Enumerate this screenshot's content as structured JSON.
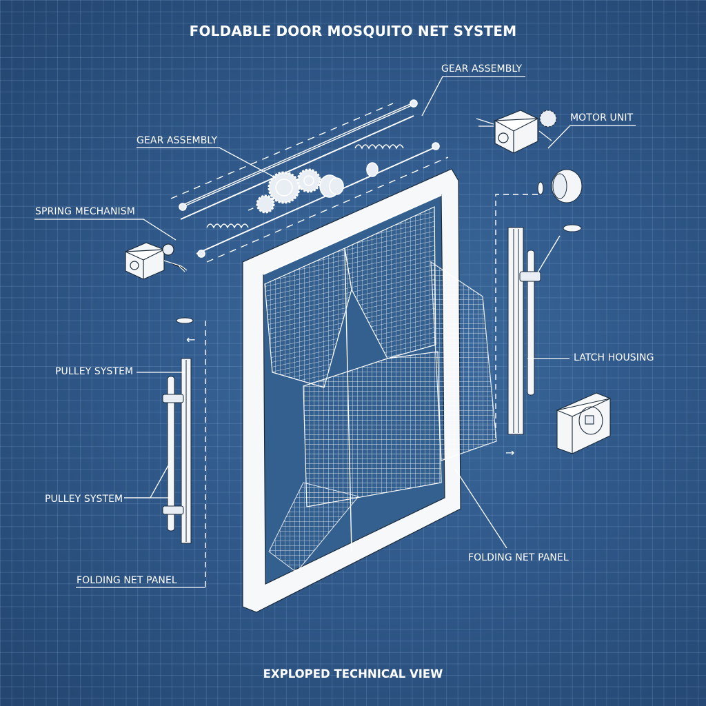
{
  "diagram": {
    "title": "FOLDABLE DOOR MOSQUITO NET SYSTEM",
    "subtitle": "EXPLOPED TECHNICAL VIEW",
    "style": {
      "background": "#30598a",
      "grid_line": "#8cb4dc",
      "line_color": "#ffffff",
      "part_fill": "#f4f6f8"
    },
    "labels": {
      "gear_assembly_top": "GEAR ASSEMBLY",
      "gear_assembly_left": "GEAR ASSEMBLY",
      "motor_unit": "MOTOR UNIT",
      "spring_mechanism": "SPRING MECHANISM",
      "pulley_system_top": "PULLEY SYSTEM",
      "pulley_system_bottom": "PULLEY SYSTEM",
      "latch_housing": "LATCH HOUSING",
      "folding_net_panel_right": "FOLDING NET PANEL",
      "folding_net_panel_left": "FOLDING NET PANEL"
    },
    "components": [
      {
        "id": "top-rail-assembly",
        "label": "Gear Assembly"
      },
      {
        "id": "motor-unit",
        "label": "Motor Unit"
      },
      {
        "id": "spring-mechanism-box",
        "label": "Spring Mechanism"
      },
      {
        "id": "left-pulley-rail",
        "label": "Pulley System"
      },
      {
        "id": "door-frame-with-net",
        "label": "Folding Net Panel"
      },
      {
        "id": "right-side-rail",
        "label": "Latch Housing"
      },
      {
        "id": "latch-box",
        "label": "Latch"
      },
      {
        "id": "end-cap",
        "label": ""
      },
      {
        "id": "washer",
        "label": ""
      }
    ],
    "arrows": [
      {
        "direction": "left",
        "glyph": "←"
      },
      {
        "direction": "right",
        "glyph": "→"
      }
    ]
  }
}
